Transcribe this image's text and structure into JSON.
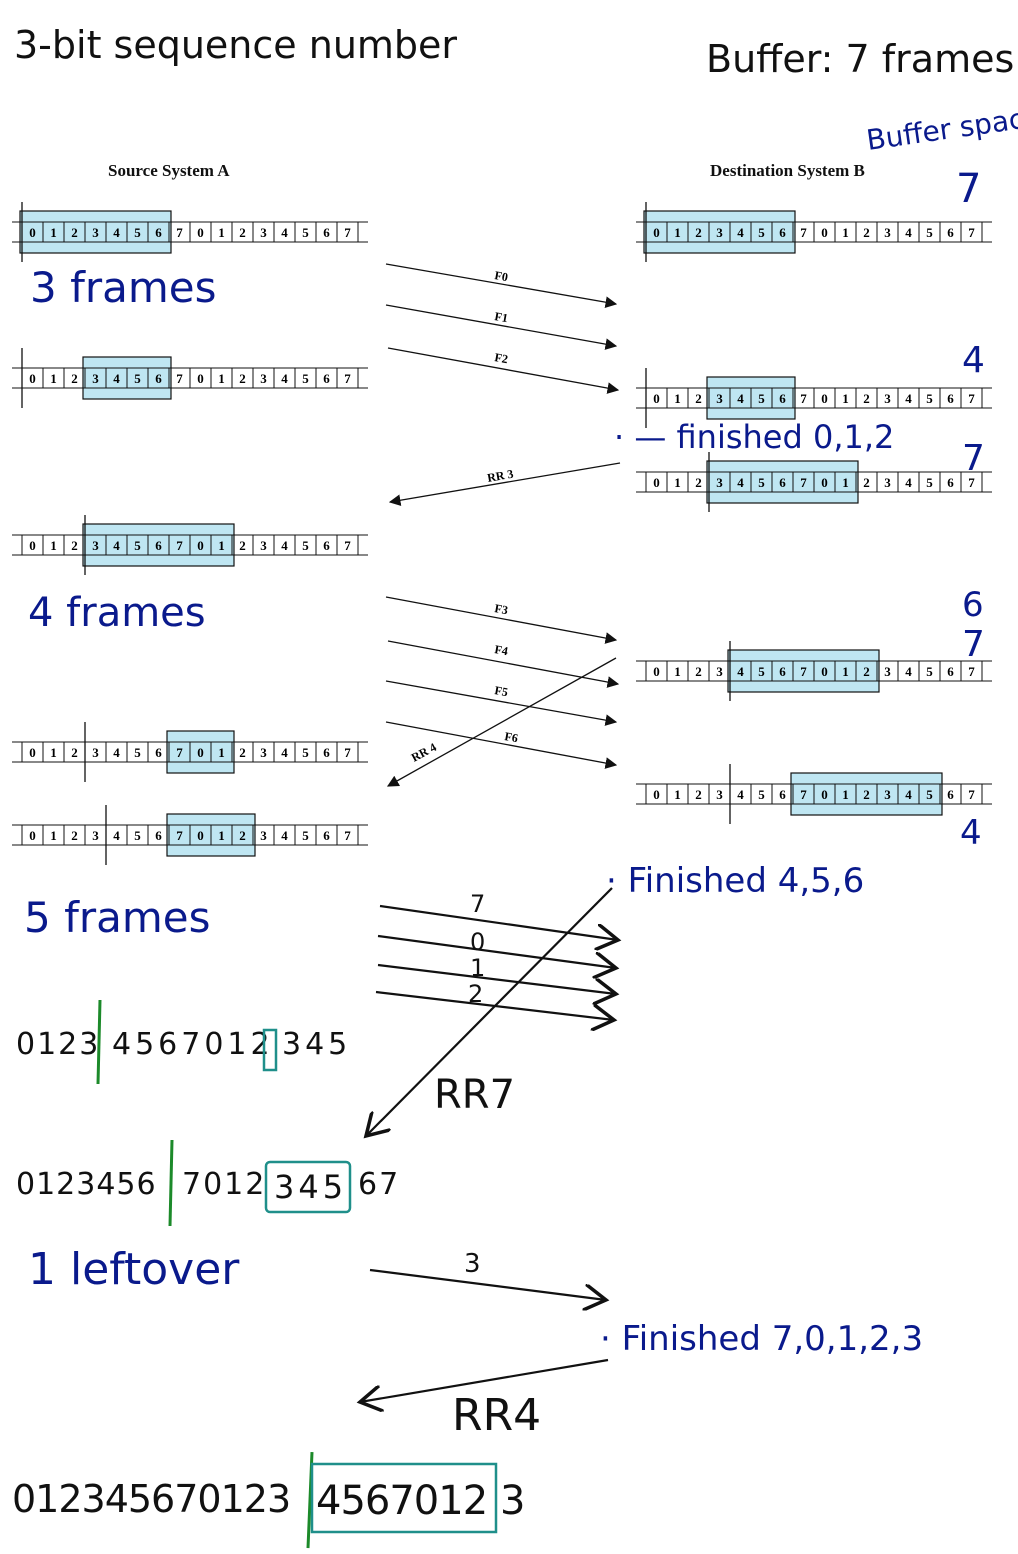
{
  "header": {
    "title_left": "3-bit sequence number",
    "title_right": "Buffer: 7 frames",
    "buffer_space": "Buffer space"
  },
  "labels": {
    "source": "Source System A",
    "dest": "Destination System B"
  },
  "sequence_digits": [
    "0",
    "1",
    "2",
    "3",
    "4",
    "5",
    "6",
    "7",
    "0",
    "1",
    "2",
    "3",
    "4",
    "5",
    "6",
    "7"
  ],
  "windows": [
    {
      "id": "a1",
      "start": 0,
      "len": 7,
      "cursor": 0
    },
    {
      "id": "a2",
      "start": 3,
      "len": 4,
      "cursor": 0
    },
    {
      "id": "a3",
      "start": 3,
      "len": 7,
      "cursor": 3
    },
    {
      "id": "a4",
      "start": 7,
      "len": 3,
      "cursor": 3
    },
    {
      "id": "a5",
      "start": 7,
      "len": 4,
      "cursor": 4
    },
    {
      "id": "b1",
      "start": 0,
      "len": 7,
      "cursor": 0
    },
    {
      "id": "b2",
      "start": 3,
      "len": 4,
      "cursor": 0
    },
    {
      "id": "b3",
      "start": 3,
      "len": 7,
      "cursor": 3
    },
    {
      "id": "b4",
      "start": 4,
      "len": 7,
      "cursor": 4
    },
    {
      "id": "b5",
      "start": 7,
      "len": 7,
      "cursor": 4
    }
  ],
  "frames": [
    "F0",
    "F1",
    "F2",
    "F3",
    "F4",
    "F5",
    "F6"
  ],
  "acks": [
    "RR 3",
    "RR 4"
  ],
  "notes": {
    "three_frames": "3 frames",
    "four_frames": "4 frames",
    "five_frames": "5 frames",
    "one_leftover": "1 leftover",
    "finished_012": "· — finished 0,1,2",
    "finished_456": "· Finished 4,5,6",
    "finished_70123": "· Finished 7,0,1,2,3",
    "rr7": "RR7",
    "rr4": "RR4",
    "buf_7a": "7",
    "buf_4": "4",
    "buf_7b": "7",
    "buf_6": "6",
    "buf_7c": "7",
    "buf_4b": "4",
    "arrow_7": "7",
    "arrow_0": "0",
    "arrow_1": "1",
    "arrow_2": "2",
    "arrow_3": "3"
  },
  "handwritten_rows": {
    "row1_a": "0123",
    "row1_b": "4567012",
    "row1_c": "345",
    "row2_a": "0123456",
    "row2_b": "7012",
    "row2_c": "345",
    "row2_d": "67",
    "row3_a": "012345670123",
    "row3_b": "4567012",
    "row3_c": "3"
  },
  "colors": {
    "ink_black": "#111111",
    "ink_blue": "#0a1a8c",
    "window_fill": "#bfe6f2",
    "teal": "#1f8f8a",
    "green": "#1c8a2a"
  }
}
